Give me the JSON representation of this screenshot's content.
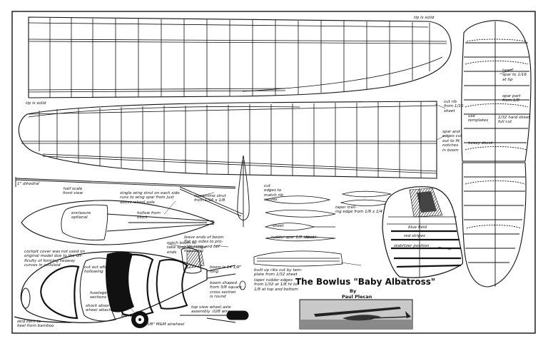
{
  "title": "The Bowlus \"Baby Albatross\"",
  "byline": "By",
  "author": "Paul Plecan",
  "labels": {
    "tip_solid_top": "tip is solid",
    "tip_solid_left": "tip is solid",
    "dihedral": "1\" dihedral",
    "half_scale": "half scale\nfront view",
    "wing_strut": "single wing strut on each side\nruns to wing spar from just\nabove wheel axle",
    "streamline_strut": "streamline strut\nfrom 1/16 x 1/8",
    "enclosure": "enclosure\noptional",
    "hollow_block": "hollow from\nblock",
    "boom_ends": "leave ends of boom\nflat on sides to pro-\nvide wing and tail\nmounting",
    "notch_boom": "notch boom to\ntake spar and edge\nends",
    "cockpit": "cockpit cover was not used on\noriginal model due to the dif-\nficulty of forming twoway\ncurves in celluloid",
    "cut_out": "cut out after\nhollowing",
    "boom_long": "boom is 14 1/8\"\nlong",
    "fuselage": "fuselage\nsections",
    "shock": "shock absorbing\nwheel attachment",
    "block": "block",
    "boom_shaped": "boom shaped\nfrom 3/8 square\ncross section\nis round",
    "skid": "skid bent to\nheel from bamboo",
    "wheel": "1 3/8\" M&M airwheel",
    "axle": "top view wheel axle\nassembly .028 wire",
    "cut_edges": "cut\nedges to\nmatch rib\ncurves",
    "taper_trailing": "taper trail-\ning edge from 1/8 x 1/4",
    "sheet_a": "sheet",
    "sheet_b": "sheet",
    "rudder_spar": "rudder spar 1/8 sheet",
    "built_up": "built up ribs cut by tem-\nplate from 1/32 sheet",
    "taper_rudder": "taper rudder edges\nfrom 1/32 at 1/8 ht to\n1/8 at top and bottom",
    "blue_field": "blue field",
    "red_stripes": "red stripes",
    "stabilizer_position": "stabilizer position",
    "cut_rib": "cut rib\nfrom 1/16\nsheet",
    "spar_edges": "spar and\nedges cut\nout to fit\nnotches\nin boom",
    "taper_spar": "taper\nspar to 1/16\nat tip",
    "spar_part": "spar part\nfrom 1/8",
    "use_templates": "use\ntemplates",
    "hard_sheet": "1/32 hard sheet\nfull cut",
    "heavy_sheet": "heavy sheet"
  },
  "colors": {
    "ink": "#111111",
    "paper": "#ffffff",
    "photo_sky": "#c9c9c9"
  }
}
